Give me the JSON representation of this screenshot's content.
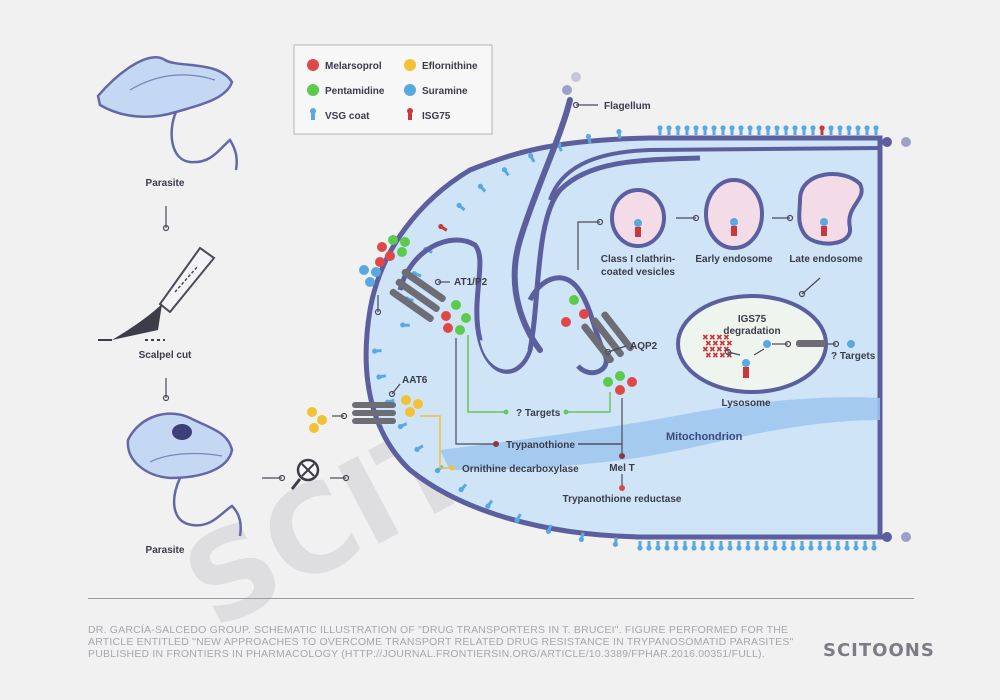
{
  "legend": {
    "melarsoprol": "Melarsoprol",
    "eflornithine": "Eflornithine",
    "pentamidine": "Pentamidine",
    "suramine": "Suramine",
    "vsg_coat": "VSG coat",
    "isg75": "ISG75"
  },
  "left_panel": {
    "parasite_top": "Parasite",
    "scalpel": "Scalpel cut",
    "parasite_bottom": "Parasite"
  },
  "labels": {
    "flagellum": "Flagellum",
    "at1p2": "AT1/P2",
    "aqp2": "AQP2",
    "aat6": "AAT6",
    "class1_line1": "Class I clathrin-",
    "class1_line2": "coated vesicles",
    "early_endosome": "Early endosome",
    "late_endosome": "Late endosome",
    "lysosome_title_line1": "IGS75",
    "lysosome_title_line2": "degradation",
    "lysosome": "Lysosome",
    "targets_lysosome": "? Targets",
    "targets_main": "? Targets",
    "mitochondrion": "Mitochondrion",
    "trypanothione": "Trypanothione",
    "ornithine": "Ornithine decarboxylase",
    "melt": "Mel T",
    "trypanothione_reductase": "Trypanothione reductase"
  },
  "watermark": "SCITOONS",
  "footer": {
    "caption": "Dr. García-Salcedo group. Schematic illustration of \"Drug transporters in T. brucei\". Figure performed for the article entitled \"New approaches to overcome transport related drug resistance in trypanosomatid parasites\" published in Frontiers in Pharmacology (http://journal.frontiersin.org/article/10.3389/fphar.2016.00351/full).",
    "logo": "SCITOONS"
  },
  "colors": {
    "melarsoprol": "#e04848",
    "eflornithine": "#f2c234",
    "pentamidine": "#5ccb4c",
    "suramine": "#5aa8e0",
    "membrane": "#5b5f9e",
    "cell_fill": "#cfe4f7",
    "vsg_blue": "#5aa8e0",
    "isg_red": "#c8383c",
    "green_line": "#6cc35e",
    "yellow_line": "#f2c234"
  }
}
